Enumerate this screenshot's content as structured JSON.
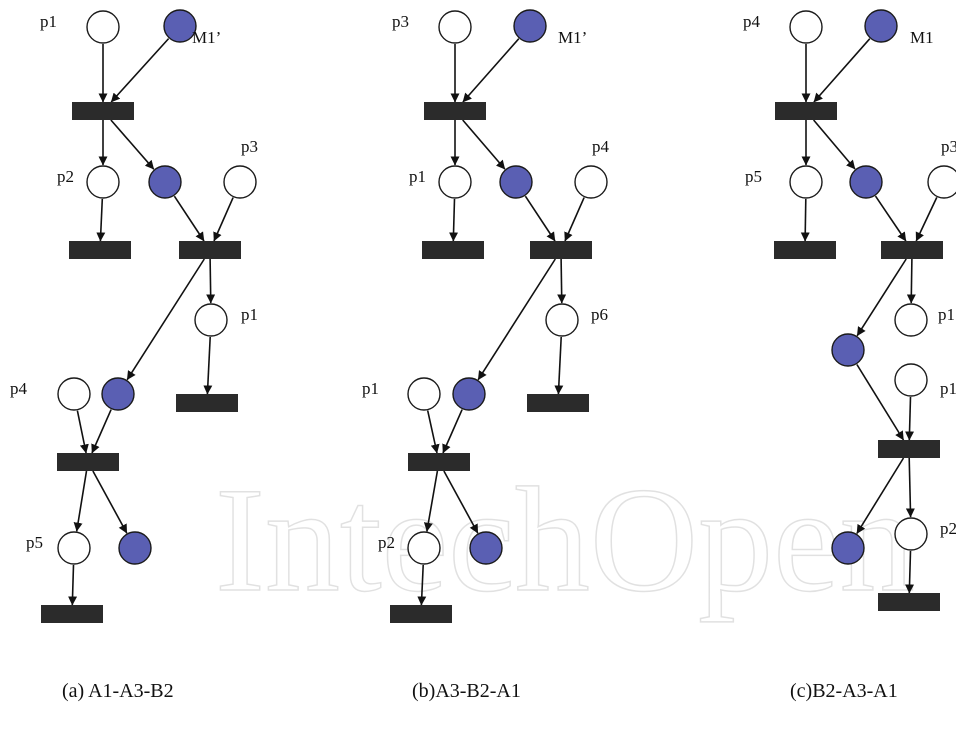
{
  "colors": {
    "background": "#ffffff",
    "token_fill": "#5a5fb3",
    "place_stroke": "#1a1a1a",
    "transition_fill": "#2b2b2b",
    "arc": "#111111",
    "watermark": "#c9c9c9"
  },
  "watermark": {
    "text": "IntechOpen"
  },
  "diagrams": [
    {
      "id": "a",
      "caption": "(a) A1-A3-B2",
      "labels": [
        "p1",
        "M1’",
        "p2",
        "p3",
        "p1",
        "p4",
        "p5"
      ]
    },
    {
      "id": "b",
      "caption": "(b)A3-B2-A1",
      "labels": [
        "p3",
        "M1’",
        "p1",
        "p4",
        "p6",
        "p1",
        "p2"
      ]
    },
    {
      "id": "c",
      "caption": "(c)B2-A3-A1",
      "labels": [
        "p4",
        "M1",
        "p5",
        "p3",
        "p1",
        "p1",
        "p2"
      ]
    }
  ]
}
